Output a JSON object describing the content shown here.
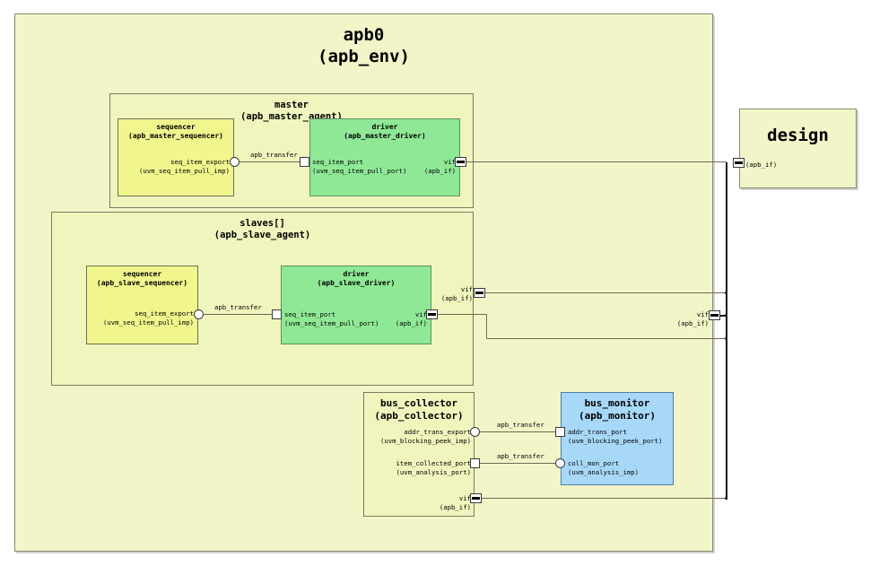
{
  "env": {
    "name": "apb0",
    "type": "(apb_env)",
    "vif_port": {
      "label": "vif",
      "type": "(apb_if)"
    }
  },
  "design": {
    "name": "design",
    "if_label": "(apb_if)"
  },
  "master_agent": {
    "name": "master",
    "type": "(apb_master_agent)",
    "sequencer": {
      "name": "sequencer",
      "type": "(apb_master_sequencer)",
      "port": {
        "label": "seq_item_export",
        "type": "(uvm_seq_item_pull_imp)"
      }
    },
    "driver": {
      "name": "driver",
      "type": "(apb_master_driver)",
      "port_in": {
        "label": "seq_item_port",
        "type": "(uvm_seq_item_pull_port)"
      },
      "port_vif": {
        "label": "vif",
        "type": "(apb_if)"
      }
    },
    "connection_label": "apb_transfer"
  },
  "slaves_agent": {
    "name": "slaves[]",
    "type": "(apb_slave_agent)",
    "sequencer": {
      "name": "sequencer",
      "type": "(apb_slave_sequencer)",
      "port": {
        "label": "seq_item_export",
        "type": "(uvm_seq_item_pull_imp)"
      }
    },
    "driver": {
      "name": "driver",
      "type": "(apb_slave_driver)",
      "port_in": {
        "label": "seq_item_port",
        "type": "(uvm_seq_item_pull_port)"
      },
      "port_vif": {
        "label": "vif",
        "type": "(apb_if)"
      }
    },
    "connection_label": "apb_transfer",
    "agent_vif": {
      "label": "vif",
      "type": "(apb_if)"
    }
  },
  "bus_collector": {
    "name": "bus_collector",
    "type": "(apb_collector)",
    "port_addr": {
      "label": "addr_trans_export",
      "type": "(uvm_blocking_peek_imp)"
    },
    "port_item": {
      "label": "item_collected_port",
      "type": "(uvm_analysis_port)"
    },
    "port_vif": {
      "label": "vif",
      "type": "(apb_if)"
    }
  },
  "bus_monitor": {
    "name": "bus_monitor",
    "type": "(apb_monitor)",
    "port_addr": {
      "label": "addr_trans_port",
      "type": "(uvm_blocking_peek_port)"
    },
    "port_coll": {
      "label": "coll_mon_port",
      "type": "(uvm_analysis_imp)"
    }
  },
  "connections": {
    "collector_addr_label": "apb_transfer",
    "collector_item_label": "apb_transfer"
  },
  "colors": {
    "env_fill": "#f2f5c8",
    "agent_fill": "#eff5bd",
    "sequencer_fill": "#f0f58c",
    "driver_fill": "#8fe896",
    "monitor_fill": "#a8d8f8",
    "wire": "#6b6b55",
    "bus": "#1a1a1a"
  }
}
